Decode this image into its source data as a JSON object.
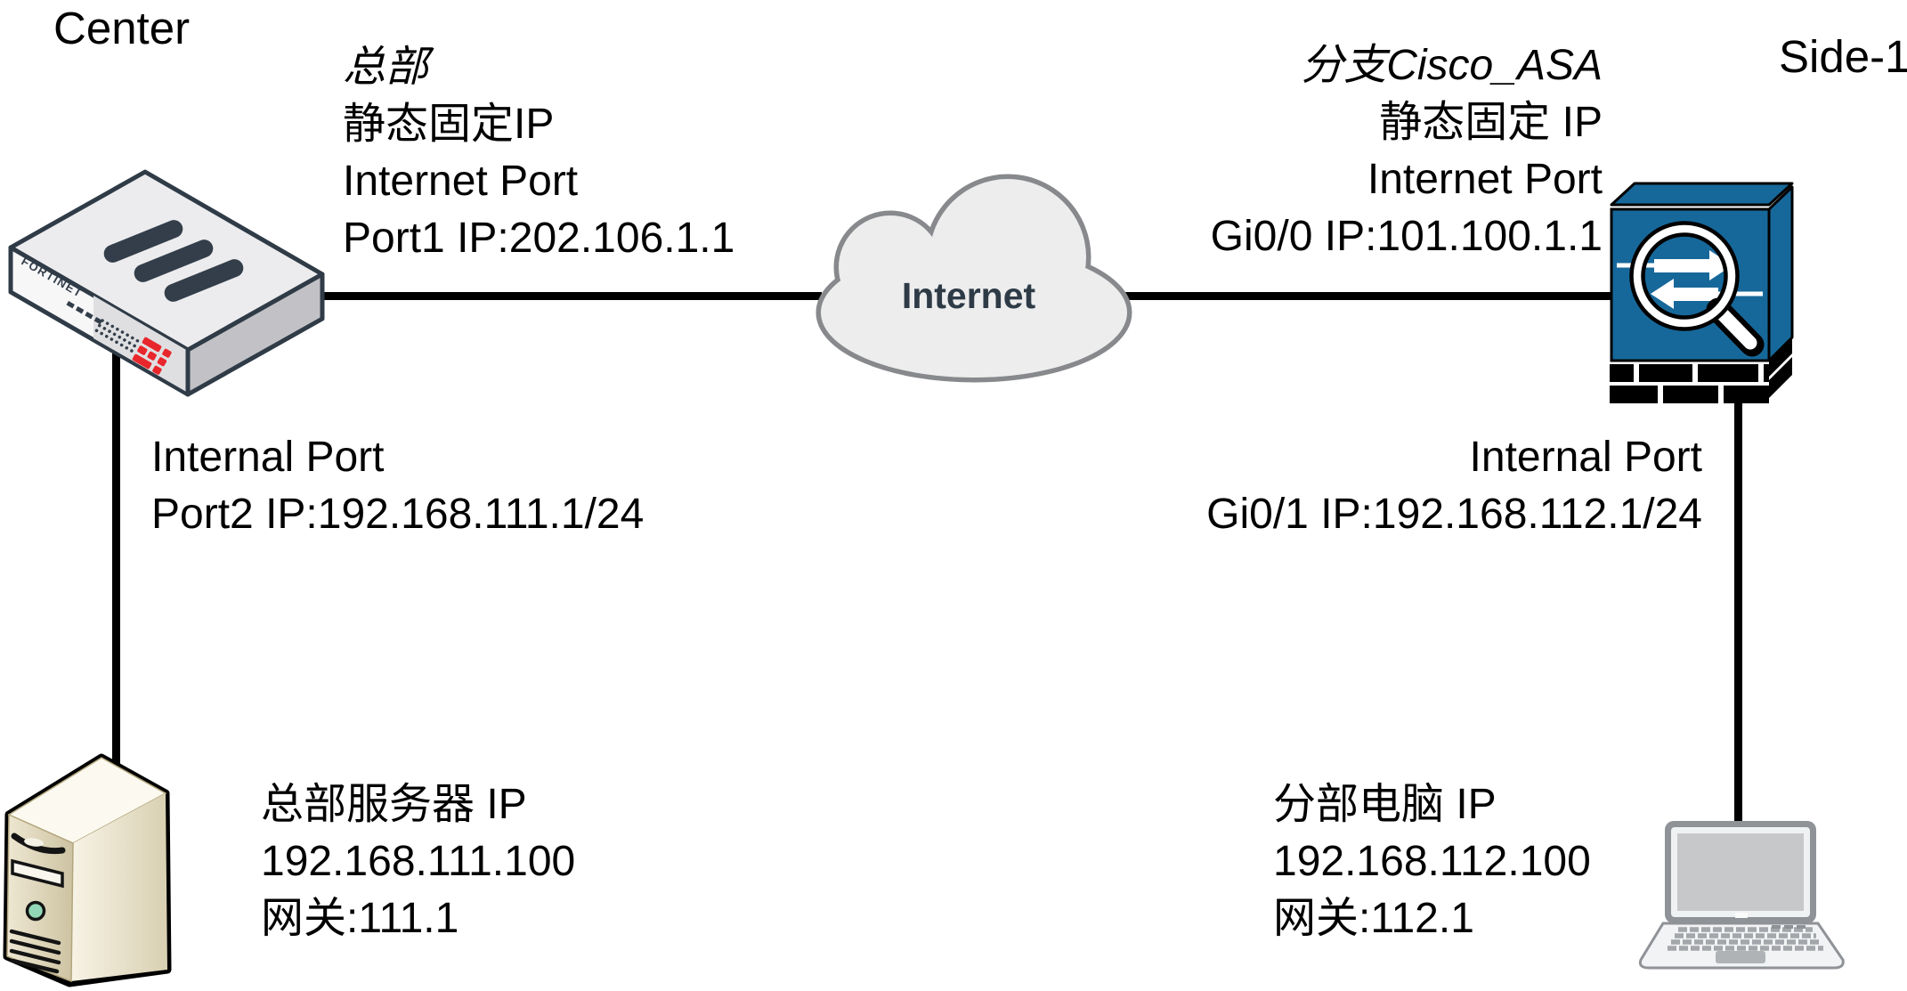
{
  "diagram": {
    "center": {
      "site_label": "Center",
      "wan_lines": [
        "总部",
        "静态固定IP",
        "Internet Port",
        "Port1 IP:202.106.1.1"
      ],
      "lan_lines": [
        "Internal Port",
        "Port2 IP:192.168.111.1/24"
      ],
      "host_lines": [
        "总部服务器 IP",
        "192.168.111.100",
        "网关:111.1"
      ],
      "device_brand": "FORTINET"
    },
    "branch": {
      "site_label": "Side-1",
      "wan_lines": [
        "分支Cisco_ASA",
        "静态固定 IP",
        "Internet Port",
        "Gi0/0 IP:101.100.1.1"
      ],
      "lan_lines": [
        "Internal Port",
        "Gi0/1 IP:192.168.112.1/24"
      ],
      "host_lines": [
        "分部电脑 IP",
        "192.168.112.100",
        "网关:112.1"
      ]
    },
    "internet": {
      "label": "Internet"
    },
    "colors": {
      "asa_blue": "#17689a",
      "fortinet_red": "#e8262b",
      "cloud_fill": "#ededee",
      "cloud_border": "#87898c",
      "link_line": "#000000",
      "text": "#000000"
    }
  }
}
